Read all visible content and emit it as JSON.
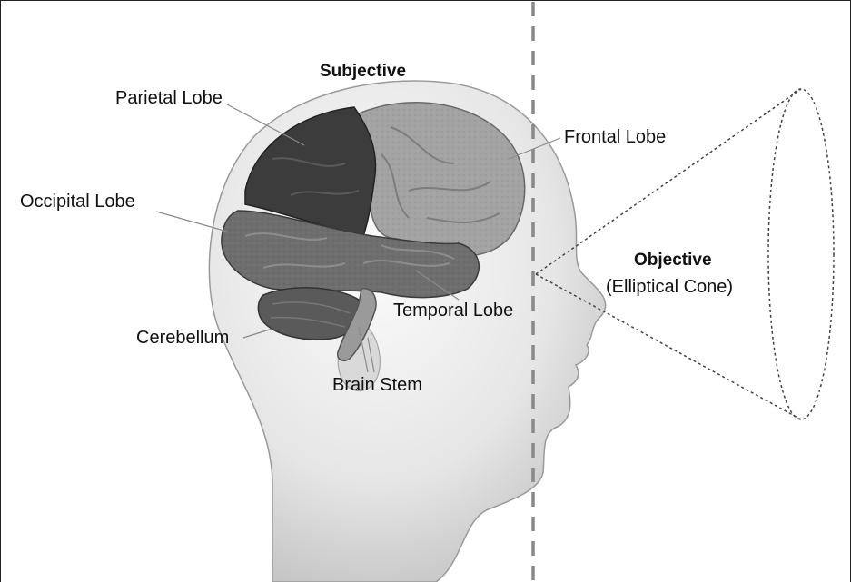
{
  "labels": {
    "subjective": "Subjective",
    "parietal": "Parietal Lobe",
    "frontal": "Frontal Lobe",
    "occipital": "Occipital Lobe",
    "temporal": "Temporal Lobe",
    "cerebellum": "Cerebellum",
    "brain_stem": "Brain Stem",
    "objective": "Objective",
    "objective_sub": "(Elliptical Cone)"
  },
  "colors": {
    "head_light": "#f7f7f7",
    "head_mid": "#dcdcdc",
    "head_shadow": "#b9b9b9",
    "parietal": "#3c3c3c",
    "frontal": "#a3a3a3",
    "occipital_temporal": "#6e6e6e",
    "cerebellum": "#5a5a5a",
    "stem": "#9a9a9a",
    "divider": "#888888",
    "cone": "#444444"
  }
}
